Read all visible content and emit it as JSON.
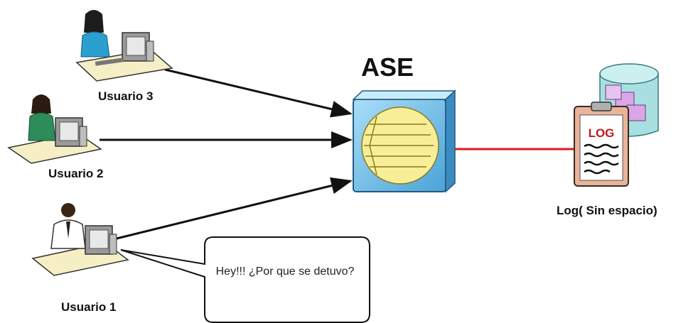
{
  "nodes": {
    "user3": {
      "label": "Usuario 3"
    },
    "user2": {
      "label": "Usuario 2"
    },
    "user1": {
      "label": "Usuario 1"
    },
    "server": {
      "label": "ASE"
    },
    "log": {
      "caption": "Log( Sin espacio)",
      "clipboard_text": "LOG"
    }
  },
  "speech_bubble": {
    "text": "Hey!!! ¿Por que se detuvo?"
  },
  "colors": {
    "arrow": "#111111",
    "log_link": "#e01919",
    "server_frame": "#7ec4ea",
    "server_panel": "#f8ee98",
    "database": "#a8dfe0",
    "log_pages": "#d9a6e6",
    "clipboard": "#e8b49a",
    "log_text": "#c01a1a"
  }
}
